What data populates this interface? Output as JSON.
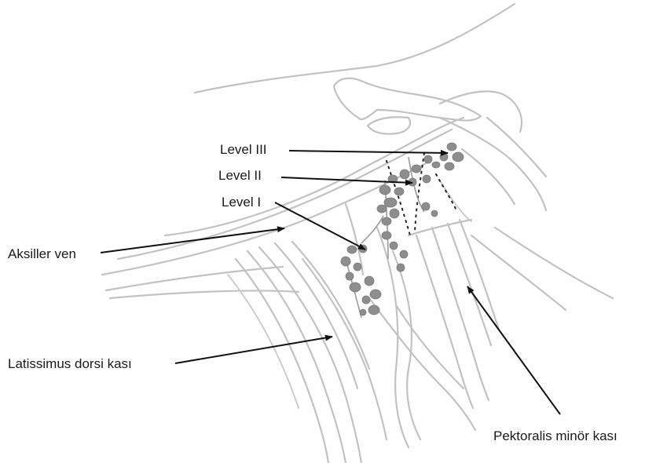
{
  "labels": {
    "level_3": "Level III",
    "level_2": "Level II",
    "level_1": "Level I",
    "axillary_vein": "Aksiller ven",
    "latissimus_dorsi": "Latissimus dorsi kası",
    "pectoralis_minor": "Pektoralis minör kası"
  },
  "colors": {
    "anatomy_stroke": "#c2c2c2",
    "lymph_node_fill": "#8d8d8d",
    "arrow": "#111111",
    "background": "#ffffff"
  }
}
